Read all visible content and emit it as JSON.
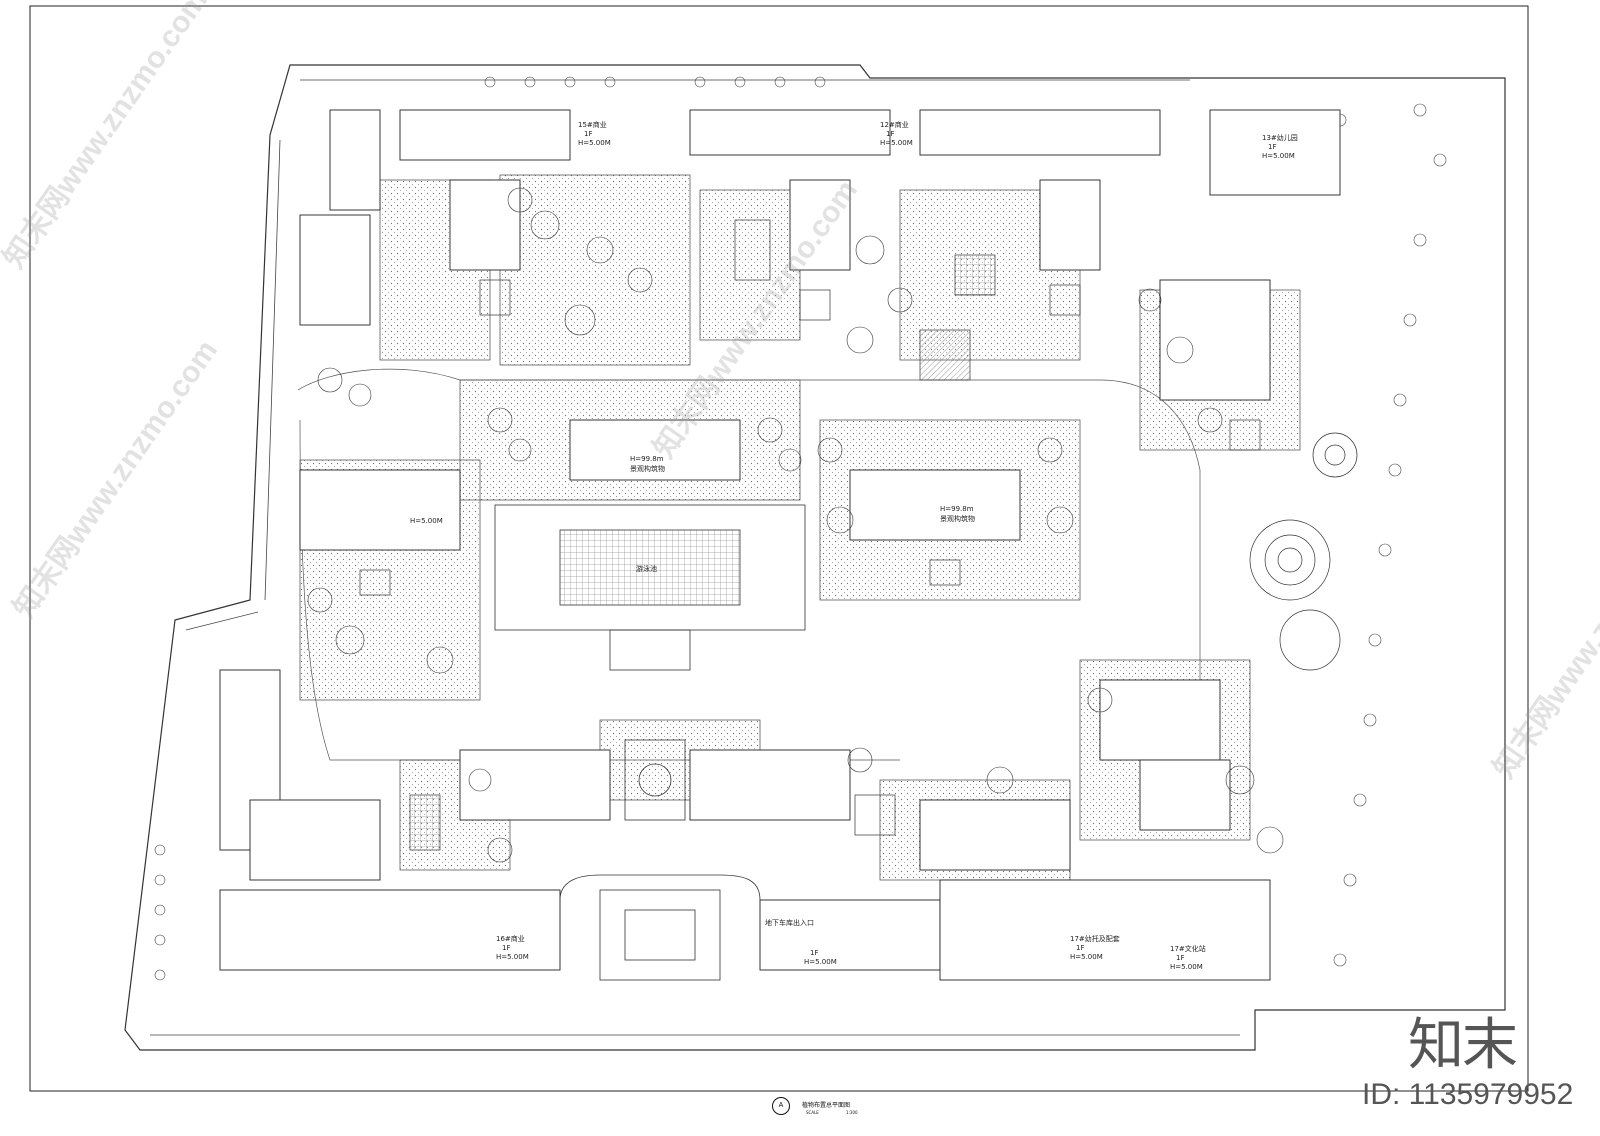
{
  "drawing": {
    "title": "植物布置总平面图",
    "marker": "A",
    "scale_caption": "SCALE",
    "scale_value": "1:300"
  },
  "watermark": {
    "brand": "知末",
    "image_id": "ID: 1135979952",
    "site": "知末网www.znzmo.com"
  },
  "labels": {
    "north": [
      "15#商业",
      "1F",
      "H=5.00M",
      "12#商业",
      "1F",
      "H=5.00M",
      "13#幼儿园",
      "1F",
      "H=5.00M"
    ],
    "center": [
      "游泳池",
      "H=99.8m",
      "景观构筑物",
      "H=99.8m",
      "景观构筑物",
      "H=5.00M"
    ],
    "south": [
      "16#商业",
      "1F",
      "H=5.00M",
      "1F",
      "H=5.00M",
      "17#幼托及配套",
      "1F",
      "H=5.00M",
      "17#文化站",
      "1F",
      "H=5.00M"
    ],
    "entry": [
      "地下车库出入口"
    ]
  },
  "colors": {
    "line": "#333333",
    "paving": "#d9d9d9",
    "frame": "#222222"
  }
}
